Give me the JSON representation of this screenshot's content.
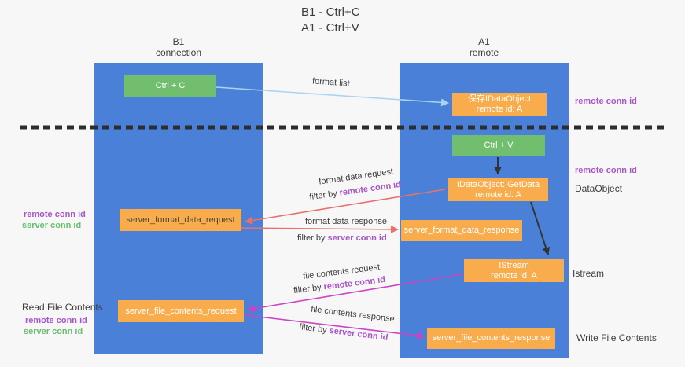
{
  "title": {
    "line1": "B1 - Ctrl+C",
    "line2": "A1 - Ctrl+V"
  },
  "columns": {
    "left": {
      "header_line1": "B1",
      "header_line2": "connection"
    },
    "right": {
      "header_line1": "A1",
      "header_line2": "remote"
    }
  },
  "boxes": {
    "ctrl_c": "Ctrl + C",
    "ctrl_v": "Ctrl + V",
    "save_dataobject": {
      "line1": "保存IDataObject",
      "line2": "remote id: A"
    },
    "getdata": {
      "line1": "IDataObject::GetData",
      "line2": "remote id: A"
    },
    "istream": {
      "line1": "IStream",
      "line2": "remote id: A"
    },
    "format_request": "server_format_data_request",
    "format_response": "server_format_data_response",
    "file_request": "server_file_contents_request",
    "file_response": "server_file_contents_response"
  },
  "arrow_labels": {
    "format_list": "format list",
    "format_data_request": "format data request",
    "format_data_response": "format data response",
    "file_contents_request": "file contents request",
    "file_contents_response": "file contents response",
    "filter_by": "filter by ",
    "remote_conn_id": "remote conn id",
    "server_conn_id": "server conn id"
  },
  "side_labels": {
    "remote_conn_id": "remote conn id",
    "server_conn_id": "server conn id",
    "dataobject": "DataObject",
    "istream": "Istream",
    "read_file_contents": "Read File Contents",
    "write_file_contents": "Write File Contents"
  },
  "colors": {
    "column_blue": "#4A80D8",
    "box_orange": "#F8AC4B",
    "box_green": "#71BE6E",
    "purple_text": "#A855C8",
    "green_text": "#67BF6B",
    "red_arrow": "#E8716B",
    "magenta_arrow": "#CC44C4",
    "lightblue_arrow": "#A9D3F0",
    "dashed_line": "#2D2D2D",
    "background": "#F7F7F8"
  }
}
